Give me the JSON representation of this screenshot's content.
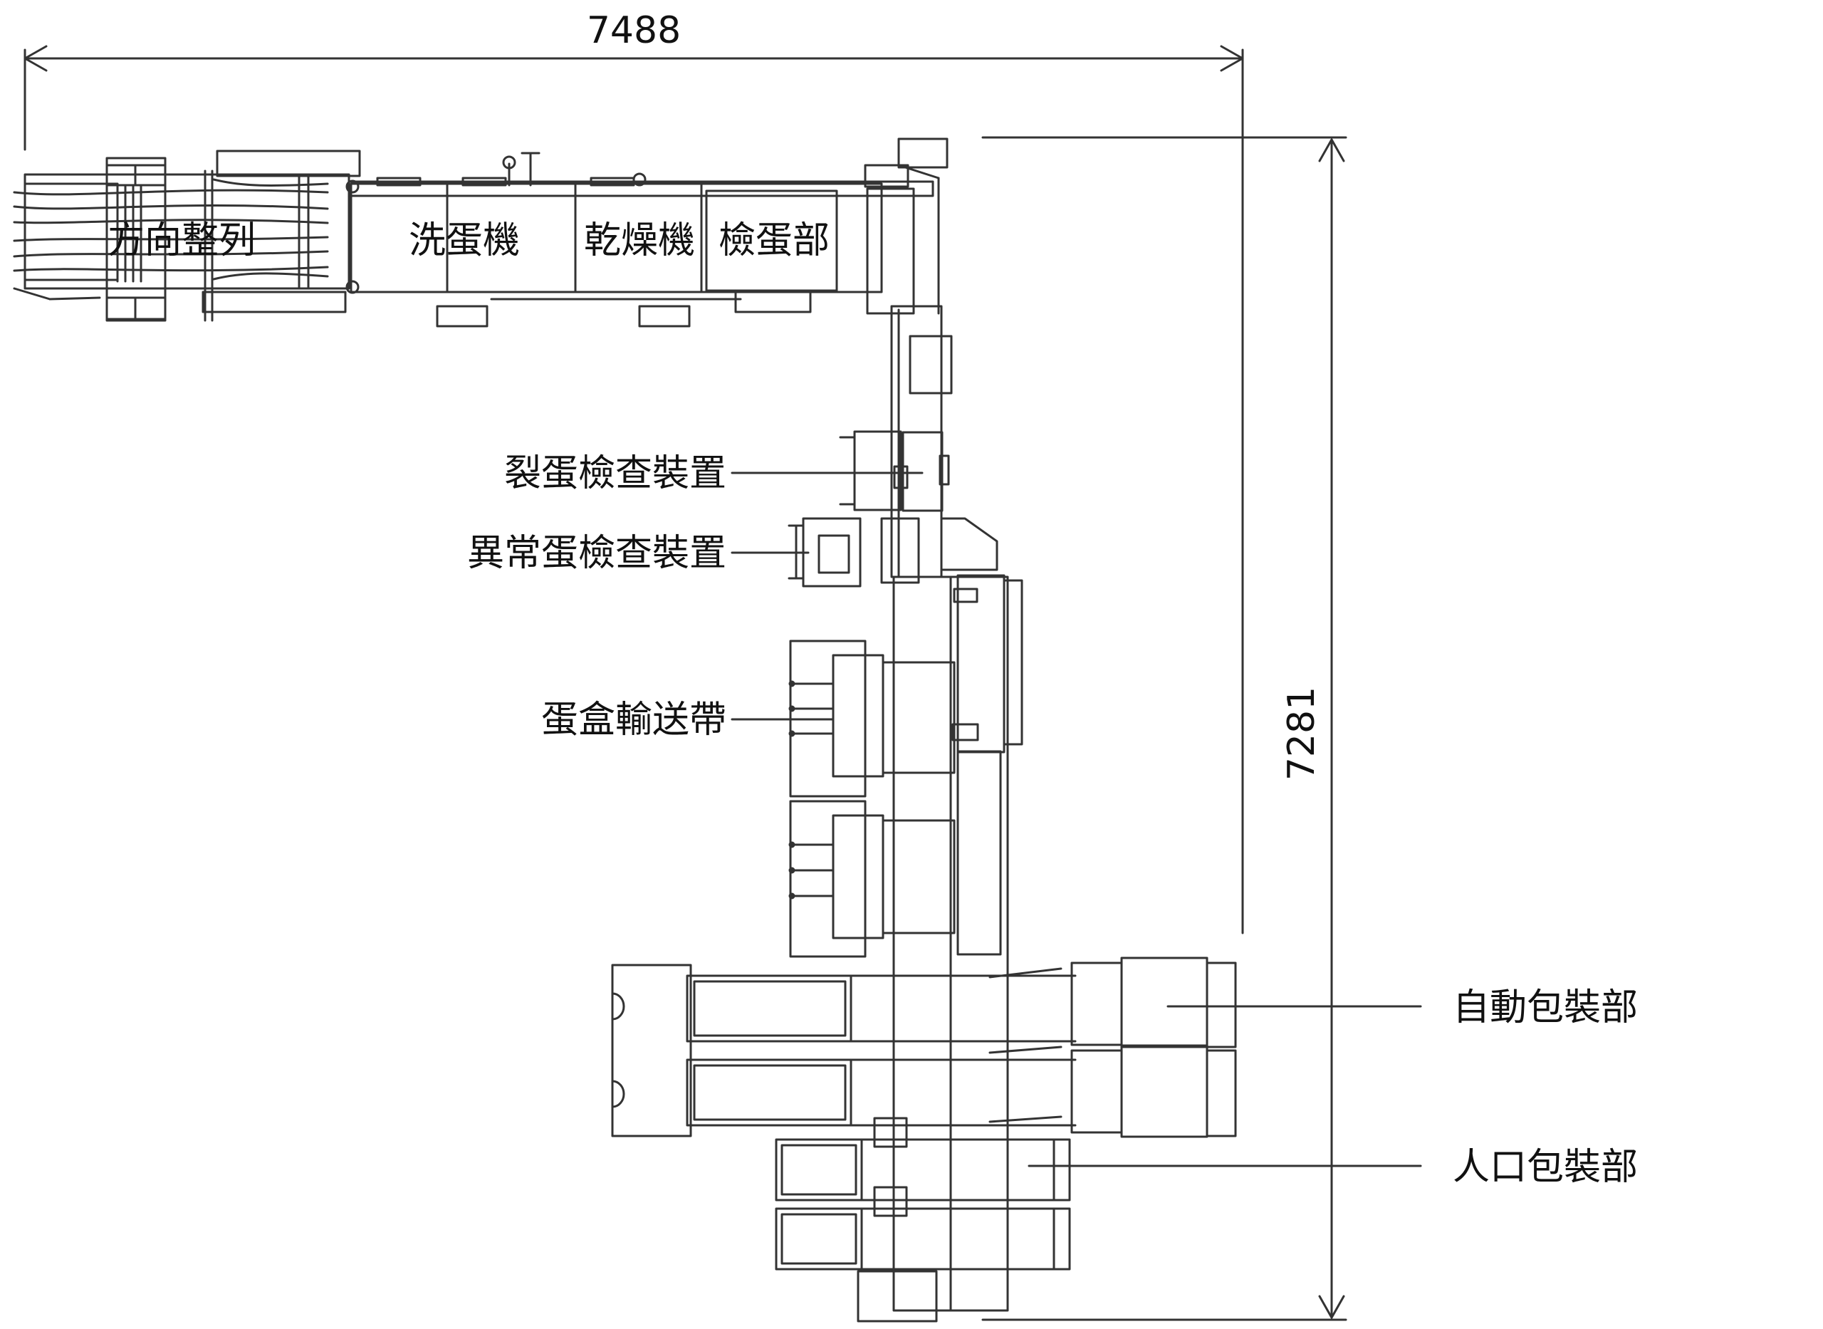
{
  "dimensions": {
    "width_label": "7488",
    "height_label": "7281"
  },
  "sections": {
    "orient": "方向整列",
    "washer": "洗蛋機",
    "dryer": "乾燥機",
    "inspect": "檢蛋部"
  },
  "callouts": {
    "crack": "裂蛋檢查裝置",
    "abnormal": "異常蛋檢查裝置",
    "tray_conveyor": "蛋盒輸送帶",
    "auto_pack": "自動包裝部",
    "manual_pack": "人口包裝部"
  },
  "colors": {
    "line": "#333333",
    "text": "#111111",
    "background": "#ffffff"
  }
}
